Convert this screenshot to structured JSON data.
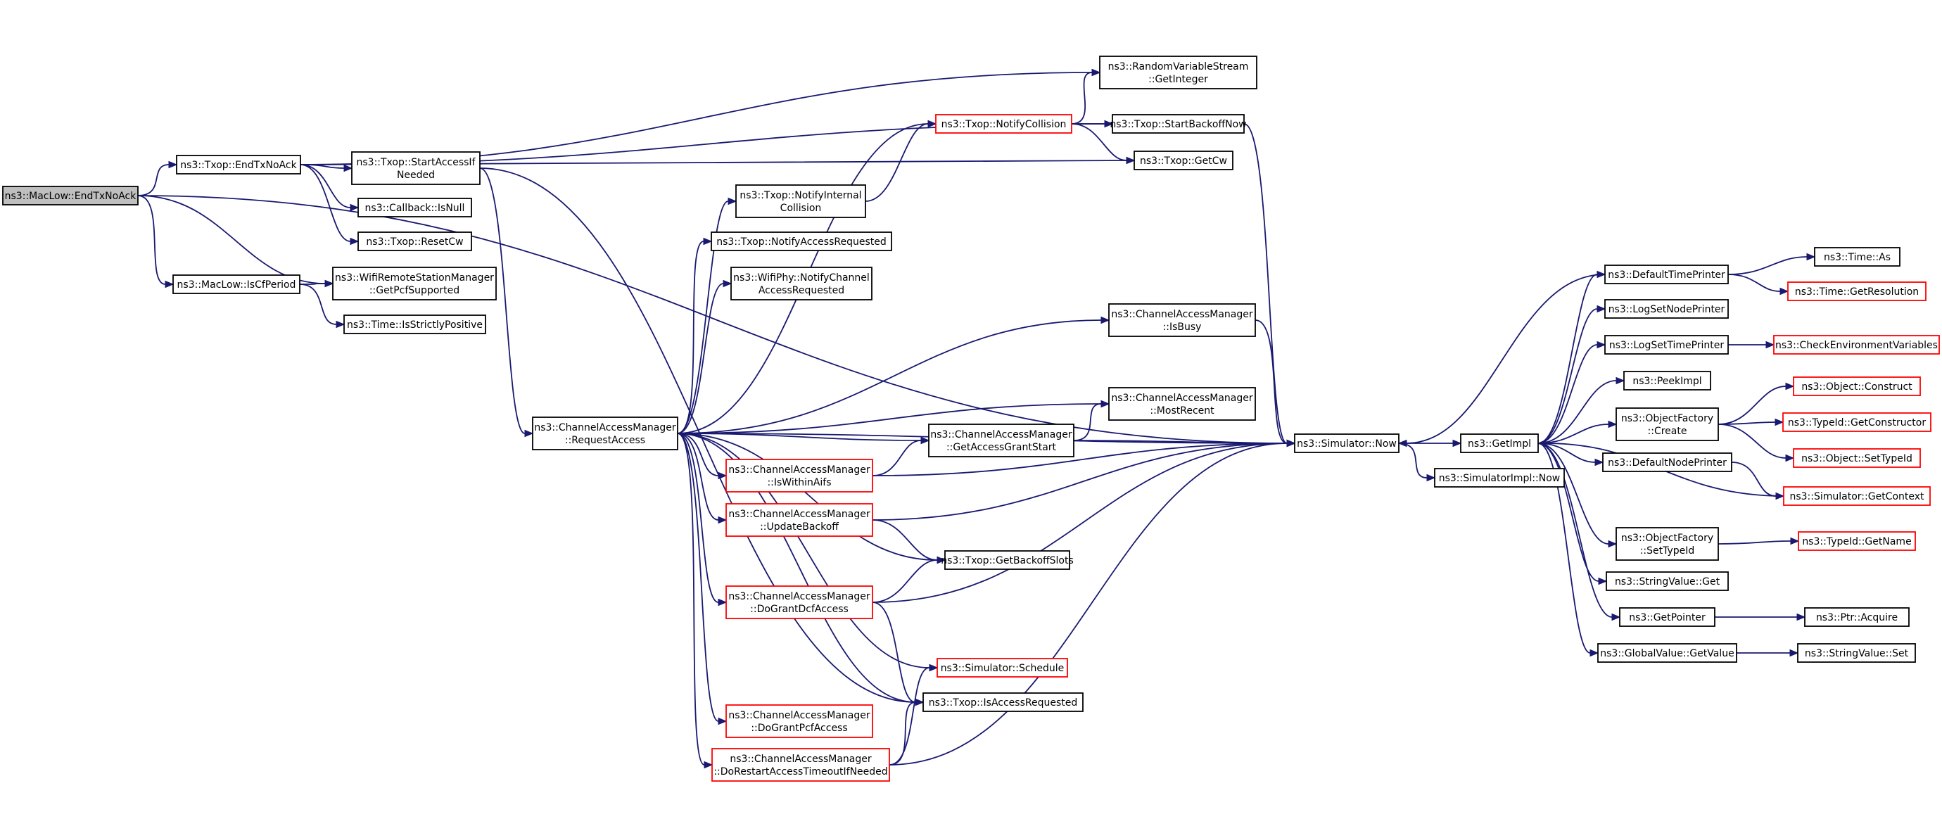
{
  "colors": {
    "edge": "#191970",
    "normal_border": "#000000",
    "truncated_border": "#ff0000",
    "root_fill": "#bfbfbf",
    "node_fill": "#ffffff"
  },
  "nodes": [
    {
      "id": "maclow_endtxnoack",
      "lines": [
        "ns3::MacLow::EndTxNoAck"
      ],
      "style": "root"
    },
    {
      "id": "txop_endtxnoack",
      "lines": [
        "ns3::Txop::EndTxNoAck"
      ],
      "style": "normal"
    },
    {
      "id": "maclow_iscfperiod",
      "lines": [
        "ns3::MacLow::IsCfPeriod"
      ],
      "style": "normal"
    },
    {
      "id": "txop_startaccessifneeded",
      "lines": [
        "ns3::Txop::StartAccessIf",
        "Needed"
      ],
      "style": "normal"
    },
    {
      "id": "callback_isnull",
      "lines": [
        "ns3::Callback::IsNull"
      ],
      "style": "normal"
    },
    {
      "id": "txop_resetcw",
      "lines": [
        "ns3::Txop::ResetCw"
      ],
      "style": "normal"
    },
    {
      "id": "wifiremote_getpcf",
      "lines": [
        "ns3::WifiRemoteStationManager",
        "::GetPcfSupported"
      ],
      "style": "normal"
    },
    {
      "id": "time_isstrictlypositive",
      "lines": [
        "ns3::Time::IsStrictlyPositive"
      ],
      "style": "normal"
    },
    {
      "id": "cam_requestaccess",
      "lines": [
        "ns3::ChannelAccessManager",
        "::RequestAccess"
      ],
      "style": "normal"
    },
    {
      "id": "txop_notifyinternalcollision",
      "lines": [
        "ns3::Txop::NotifyInternal",
        "Collision"
      ],
      "style": "normal"
    },
    {
      "id": "txop_notifyaccessrequested",
      "lines": [
        "ns3::Txop::NotifyAccessRequested"
      ],
      "style": "normal"
    },
    {
      "id": "wifiphy_notifychannel",
      "lines": [
        "ns3::WifiPhy::NotifyChannel",
        "AccessRequested"
      ],
      "style": "normal"
    },
    {
      "id": "cam_iswithinaifs",
      "lines": [
        "ns3::ChannelAccessManager",
        "::IsWithinAifs"
      ],
      "style": "truncated"
    },
    {
      "id": "cam_updatebackoff",
      "lines": [
        "ns3::ChannelAccessManager",
        "::UpdateBackoff"
      ],
      "style": "truncated"
    },
    {
      "id": "cam_dograntdcf",
      "lines": [
        "ns3::ChannelAccessManager",
        "::DoGrantDcfAccess"
      ],
      "style": "truncated"
    },
    {
      "id": "cam_dograntpcf",
      "lines": [
        "ns3::ChannelAccessManager",
        "::DoGrantPcfAccess"
      ],
      "style": "truncated"
    },
    {
      "id": "cam_dorestart",
      "lines": [
        "ns3::ChannelAccessManager",
        "::DoRestartAccessTimeoutIfNeeded"
      ],
      "style": "truncated"
    },
    {
      "id": "txop_notifycollision",
      "lines": [
        "ns3::Txop::NotifyCollision"
      ],
      "style": "truncated"
    },
    {
      "id": "cam_getaccessgrantstart",
      "lines": [
        "ns3::ChannelAccessManager",
        "::GetAccessGrantStart"
      ],
      "style": "normal"
    },
    {
      "id": "txop_getbackoffslots",
      "lines": [
        "ns3::Txop::GetBackoffSlots"
      ],
      "style": "normal"
    },
    {
      "id": "simulator_schedule",
      "lines": [
        "ns3::Simulator::Schedule"
      ],
      "style": "truncated"
    },
    {
      "id": "txop_isaccessrequested",
      "lines": [
        "ns3::Txop::IsAccessRequested"
      ],
      "style": "normal"
    },
    {
      "id": "rvs_getinteger",
      "lines": [
        "ns3::RandomVariableStream",
        "::GetInteger"
      ],
      "style": "normal"
    },
    {
      "id": "txop_startbackoffnow",
      "lines": [
        "ns3::Txop::StartBackoffNow"
      ],
      "style": "normal"
    },
    {
      "id": "txop_getcw",
      "lines": [
        "ns3::Txop::GetCw"
      ],
      "style": "normal"
    },
    {
      "id": "cam_isbusy",
      "lines": [
        "ns3::ChannelAccessManager",
        "::IsBusy"
      ],
      "style": "normal"
    },
    {
      "id": "cam_mostrecent",
      "lines": [
        "ns3::ChannelAccessManager",
        "::MostRecent"
      ],
      "style": "normal"
    },
    {
      "id": "simulator_now",
      "lines": [
        "ns3::Simulator::Now"
      ],
      "style": "normal"
    },
    {
      "id": "getimpl",
      "lines": [
        "ns3::GetImpl"
      ],
      "style": "normal"
    },
    {
      "id": "simulatorimpl_now",
      "lines": [
        "ns3::SimulatorImpl::Now"
      ],
      "style": "normal"
    },
    {
      "id": "defaulttimeprinter",
      "lines": [
        "ns3::DefaultTimePrinter"
      ],
      "style": "normal"
    },
    {
      "id": "logsetnodeprinter",
      "lines": [
        "ns3::LogSetNodePrinter"
      ],
      "style": "normal"
    },
    {
      "id": "logsettimeprinter",
      "lines": [
        "ns3::LogSetTimePrinter"
      ],
      "style": "normal"
    },
    {
      "id": "peekimpl",
      "lines": [
        "ns3::PeekImpl"
      ],
      "style": "normal"
    },
    {
      "id": "objectfactory_create",
      "lines": [
        "ns3::ObjectFactory",
        "::Create"
      ],
      "style": "normal"
    },
    {
      "id": "defaultnodeprinter",
      "lines": [
        "ns3::DefaultNodePrinter"
      ],
      "style": "normal"
    },
    {
      "id": "objectfactory_settypeid",
      "lines": [
        "ns3::ObjectFactory",
        "::SetTypeId"
      ],
      "style": "normal"
    },
    {
      "id": "stringvalue_get",
      "lines": [
        "ns3::StringValue::Get"
      ],
      "style": "normal"
    },
    {
      "id": "getpointer",
      "lines": [
        "ns3::GetPointer"
      ],
      "style": "normal"
    },
    {
      "id": "globalvalue_getvalue",
      "lines": [
        "ns3::GlobalValue::GetValue"
      ],
      "style": "normal"
    },
    {
      "id": "time_as",
      "lines": [
        "ns3::Time::As"
      ],
      "style": "normal"
    },
    {
      "id": "time_getresolution",
      "lines": [
        "ns3::Time::GetResolution"
      ],
      "style": "truncated"
    },
    {
      "id": "checkenvvars",
      "lines": [
        "ns3::CheckEnvironmentVariables"
      ],
      "style": "truncated"
    },
    {
      "id": "object_construct",
      "lines": [
        "ns3::Object::Construct"
      ],
      "style": "truncated"
    },
    {
      "id": "typeid_getconstructor",
      "lines": [
        "ns3::TypeId::GetConstructor"
      ],
      "style": "truncated"
    },
    {
      "id": "object_settypeid",
      "lines": [
        "ns3::Object::SetTypeId"
      ],
      "style": "truncated"
    },
    {
      "id": "simulator_getcontext",
      "lines": [
        "ns3::Simulator::GetContext"
      ],
      "style": "truncated"
    },
    {
      "id": "typeid_getname",
      "lines": [
        "ns3::TypeId::GetName"
      ],
      "style": "truncated"
    },
    {
      "id": "ptr_acquire",
      "lines": [
        "ns3::Ptr::Acquire"
      ],
      "style": "normal"
    },
    {
      "id": "stringvalue_set",
      "lines": [
        "ns3::StringValue::Set"
      ],
      "style": "normal"
    }
  ],
  "edges": [
    [
      "maclow_endtxnoack",
      "txop_endtxnoack"
    ],
    [
      "maclow_endtxnoack",
      "maclow_iscfperiod"
    ],
    [
      "maclow_endtxnoack",
      "wifiremote_getpcf"
    ],
    [
      "maclow_endtxnoack",
      "simulator_now"
    ],
    [
      "maclow_iscfperiod",
      "wifiremote_getpcf"
    ],
    [
      "maclow_iscfperiod",
      "time_isstrictlypositive"
    ],
    [
      "txop_endtxnoack",
      "txop_startaccessifneeded"
    ],
    [
      "txop_endtxnoack",
      "callback_isnull"
    ],
    [
      "txop_endtxnoack",
      "txop_resetcw"
    ],
    [
      "txop_endtxnoack",
      "rvs_getinteger"
    ],
    [
      "txop_endtxnoack",
      "txop_startbackoffnow"
    ],
    [
      "txop_endtxnoack",
      "txop_getcw"
    ],
    [
      "txop_startaccessifneeded",
      "cam_requestaccess"
    ],
    [
      "txop_startaccessifneeded",
      "txop_isaccessrequested"
    ],
    [
      "cam_requestaccess",
      "txop_notifycollision"
    ],
    [
      "cam_requestaccess",
      "txop_notifyinternalcollision"
    ],
    [
      "cam_requestaccess",
      "txop_notifyaccessrequested"
    ],
    [
      "cam_requestaccess",
      "wifiphy_notifychannel"
    ],
    [
      "cam_requestaccess",
      "cam_isbusy"
    ],
    [
      "cam_requestaccess",
      "simulator_now"
    ],
    [
      "cam_requestaccess",
      "cam_mostrecent"
    ],
    [
      "cam_requestaccess",
      "cam_getaccessgrantstart"
    ],
    [
      "cam_requestaccess",
      "cam_iswithinaifs"
    ],
    [
      "cam_requestaccess",
      "cam_updatebackoff"
    ],
    [
      "cam_requestaccess",
      "txop_getbackoffslots"
    ],
    [
      "cam_requestaccess",
      "cam_dograntdcf"
    ],
    [
      "cam_requestaccess",
      "simulator_schedule"
    ],
    [
      "cam_requestaccess",
      "txop_isaccessrequested"
    ],
    [
      "cam_requestaccess",
      "cam_dograntpcf"
    ],
    [
      "cam_requestaccess",
      "cam_dorestart"
    ],
    [
      "txop_notifyinternalcollision",
      "txop_notifycollision"
    ],
    [
      "txop_notifycollision",
      "rvs_getinteger"
    ],
    [
      "txop_notifycollision",
      "txop_startbackoffnow"
    ],
    [
      "txop_notifycollision",
      "txop_getcw"
    ],
    [
      "cam_iswithinaifs",
      "cam_getaccessgrantstart"
    ],
    [
      "cam_iswithinaifs",
      "simulator_now"
    ],
    [
      "cam_updatebackoff",
      "simulator_now"
    ],
    [
      "cam_updatebackoff",
      "txop_getbackoffslots"
    ],
    [
      "cam_dograntdcf",
      "txop_getbackoffslots"
    ],
    [
      "cam_dograntdcf",
      "simulator_now"
    ],
    [
      "cam_dograntdcf",
      "txop_isaccessrequested"
    ],
    [
      "cam_dorestart",
      "simulator_schedule"
    ],
    [
      "cam_dorestart",
      "txop_isaccessrequested"
    ],
    [
      "cam_dorestart",
      "simulator_now"
    ],
    [
      "cam_getaccessgrantstart",
      "cam_mostrecent"
    ],
    [
      "cam_getaccessgrantstart",
      "simulator_now"
    ],
    [
      "cam_isbusy",
      "simulator_now"
    ],
    [
      "txop_startbackoffnow",
      "simulator_now"
    ],
    [
      "simulator_now",
      "getimpl"
    ],
    [
      "simulator_now",
      "simulatorimpl_now"
    ],
    [
      "getimpl",
      "defaulttimeprinter"
    ],
    [
      "getimpl",
      "logsetnodeprinter"
    ],
    [
      "getimpl",
      "logsettimeprinter"
    ],
    [
      "getimpl",
      "peekimpl"
    ],
    [
      "getimpl",
      "objectfactory_create"
    ],
    [
      "getimpl",
      "defaultnodeprinter"
    ],
    [
      "getimpl",
      "objectfactory_settypeid"
    ],
    [
      "getimpl",
      "stringvalue_get"
    ],
    [
      "getimpl",
      "getpointer"
    ],
    [
      "getimpl",
      "globalvalue_getvalue"
    ],
    [
      "defaulttimeprinter",
      "simulator_now"
    ],
    [
      "defaulttimeprinter",
      "time_as"
    ],
    [
      "defaulttimeprinter",
      "time_getresolution"
    ],
    [
      "logsettimeprinter",
      "checkenvvars"
    ],
    [
      "objectfactory_create",
      "object_construct"
    ],
    [
      "objectfactory_create",
      "typeid_getconstructor"
    ],
    [
      "objectfactory_create",
      "object_settypeid"
    ],
    [
      "defaultnodeprinter",
      "simulator_getcontext"
    ],
    [
      "simulator_getcontext",
      "getimpl"
    ],
    [
      "objectfactory_settypeid",
      "typeid_getname"
    ],
    [
      "getpointer",
      "ptr_acquire"
    ],
    [
      "globalvalue_getvalue",
      "stringvalue_set"
    ]
  ]
}
